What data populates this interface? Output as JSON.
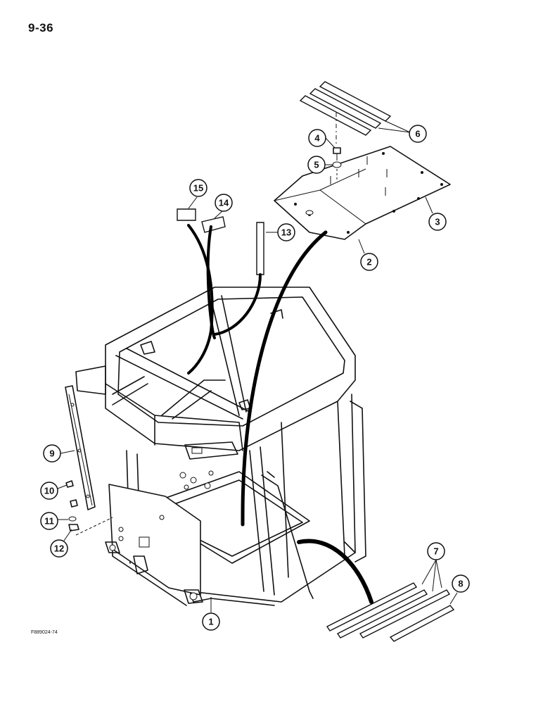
{
  "page_number": "9-36",
  "figure_code": "F889024-74",
  "callouts": [
    "1",
    "2",
    "3",
    "4",
    "5",
    "6",
    "7",
    "8",
    "9",
    "10",
    "11",
    "12",
    "13",
    "14",
    "15"
  ]
}
